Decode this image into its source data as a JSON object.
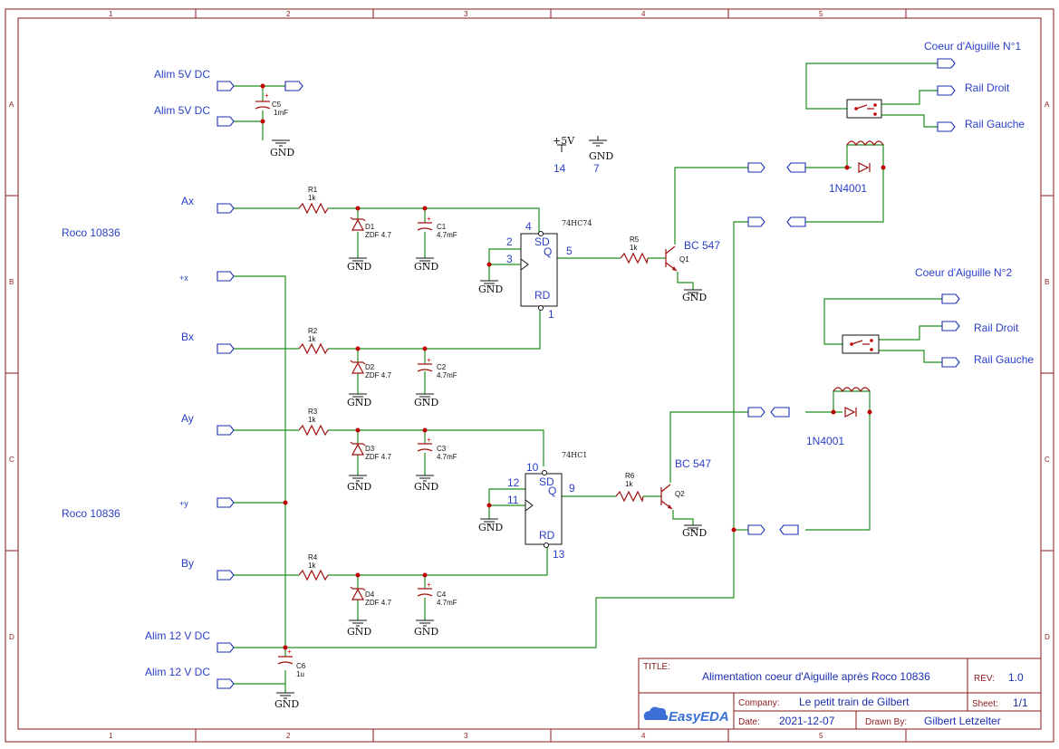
{
  "grid": {
    "cols": [
      "1",
      "2",
      "3",
      "4",
      "5"
    ],
    "rows": [
      "A",
      "B",
      "C",
      "D"
    ]
  },
  "title_block": {
    "title_label": "TITLE:",
    "title": "Alimentation coeur d'Aiguille après Roco 10836",
    "rev_label": "REV:",
    "rev": "1.0",
    "company_label": "Company:",
    "company": "Le petit train de Gilbert",
    "sheet_label": "Sheet:",
    "sheet": "1/1",
    "date_label": "Date:",
    "date": "2021-12-07",
    "drawn_label": "Drawn By:",
    "drawn_by": "Gilbert Letzelter",
    "logo": "EasyEDA"
  },
  "ports": {
    "alim5v_1": "Alim 5V DC",
    "alim5v_2": "Alim 5V DC",
    "ax": "Ax",
    "px": "+x",
    "bx": "Bx",
    "ay": "Ay",
    "py": "+y",
    "by": "By",
    "alim12_1": "Alim 12 V DC",
    "alim12_2": "Alim 12 V DC",
    "roco1": "Roco 10836",
    "roco2": "Roco 10836",
    "coeur1": "Coeur d'Aiguille N°1",
    "rail_droit1": "Rail Droit",
    "rail_gauche1": "Rail Gauche",
    "coeur2": "Coeur d'Aiguille N°2",
    "rail_droit2": "Rail Droit",
    "rail_gauche2": "Rail Gauche"
  },
  "power": {
    "vcc": "+5V",
    "gnd": "GND",
    "vcc_pin": "14",
    "gnd_pin": "7"
  },
  "components": {
    "c5": "C5",
    "c5v": "1mF",
    "r1": "R1",
    "r1v": "1k",
    "d1": "D1",
    "d1v": "ZDF 4.7",
    "c1": "C1",
    "c1v": "4.7mF",
    "r2": "R2",
    "r2v": "1k",
    "d2": "D2",
    "d2v": "ZDF 4.7",
    "c2": "C2",
    "c2v": "4.7mF",
    "r3": "R3",
    "r3v": "1k",
    "d3": "D3",
    "d3v": "ZDF 4.7",
    "c3": "C3",
    "c3v": "4.7mF",
    "r4": "R4",
    "r4v": "1k",
    "d4": "D4",
    "d4v": "ZDF 4.7",
    "c4": "C4",
    "c4v": "4.7mF",
    "c6": "C6",
    "c6v": "1u",
    "r5": "R5",
    "r5v": "1k",
    "r6": "R6",
    "r6v": "1k",
    "q1": "Q1",
    "q1v": "BC 547",
    "q2": "Q2",
    "q2v": "BC 547",
    "u1": "74HC74",
    "u2": "74HC1",
    "diode1": "1N4001",
    "diode2": "1N4001",
    "ff_sd": "SD",
    "ff_q": "Q",
    "ff_rd": "RD",
    "u1_p4": "4",
    "u1_p2": "2",
    "u1_p3": "3",
    "u1_p5": "5",
    "u1_p1": "1",
    "u2_p10": "10",
    "u2_p12": "12",
    "u2_p11": "11",
    "u2_p9": "9",
    "u2_p13": "13",
    "plus": "+"
  }
}
